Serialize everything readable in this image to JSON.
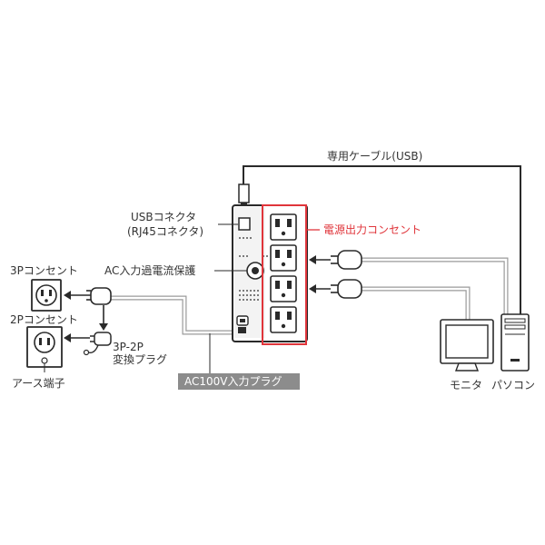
{
  "labels": {
    "usb_cable": "専用ケーブル(USB)",
    "usb_connector_line1": "USBコネクタ",
    "usb_connector_line2": "(RJ45コネクタ)",
    "power_outlets": "電源出力コンセント",
    "ac_overcurrent": "AC入力過電流保護",
    "outlet_3p": "3Pコンセント",
    "outlet_2p": "2Pコンセント",
    "adapter_line1": "3P-2P",
    "adapter_line2": "変換プラグ",
    "earth_terminal": "アース端子",
    "ac_plug": "AC100V入力プラグ",
    "monitor": "モニタ",
    "pc": "パソコン"
  },
  "colors": {
    "accent_red": "#e0353b",
    "line_dark": "#2a2a2a",
    "cable_gray": "#9a9a9a",
    "label_box_gray": "#8c8c8c"
  }
}
